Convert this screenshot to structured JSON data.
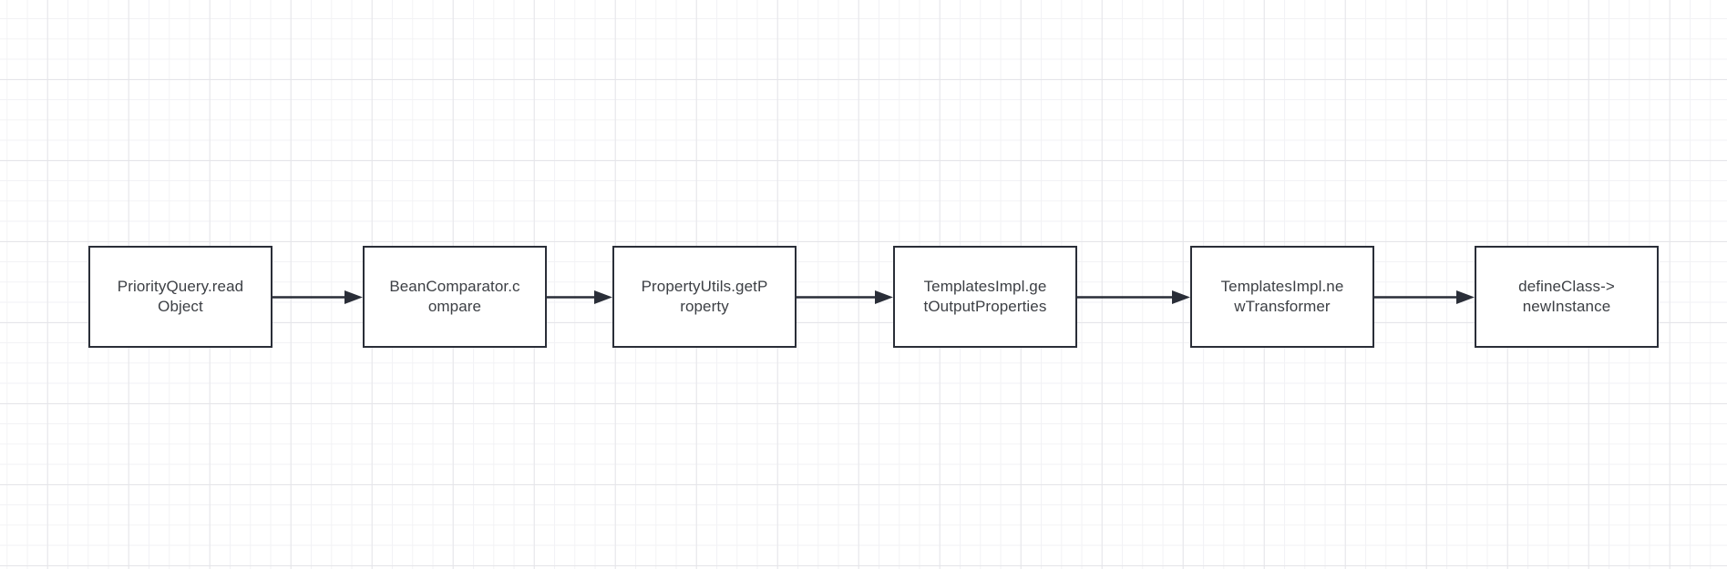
{
  "diagram": {
    "description_colors": {
      "background": "#ffffff",
      "grid_minor": "#f2f2f5",
      "grid_major": "#e5e5e9",
      "node_fill": "#ffffff",
      "node_border": "#2a2e38",
      "node_text": "#3d4045",
      "arrow": "#2a2e38"
    },
    "nodes": [
      {
        "label": "PriorityQuery.readObject",
        "lines": [
          "PriorityQuery.read",
          "Object"
        ]
      },
      {
        "label": "BeanComparator.compare",
        "lines": [
          "BeanComparator.c",
          "ompare"
        ]
      },
      {
        "label": "PropertyUtils.getProperty",
        "lines": [
          "PropertyUtils.getP",
          "roperty"
        ]
      },
      {
        "label": "TemplatesImpl.getOutputProperties",
        "lines": [
          "TemplatesImpl.ge",
          "tOutputProperties"
        ]
      },
      {
        "label": "TemplatesImpl.newTransformer",
        "lines": [
          "TemplatesImpl.ne",
          "wTransformer"
        ]
      },
      {
        "label": "defineClass->newInstance",
        "lines": [
          "defineClass->",
          "newInstance"
        ]
      }
    ],
    "connections": [
      {
        "from": "PriorityQuery.readObject",
        "to": "BeanComparator.compare"
      },
      {
        "from": "BeanComparator.compare",
        "to": "PropertyUtils.getProperty"
      },
      {
        "from": "PropertyUtils.getProperty",
        "to": "TemplatesImpl.getOutputProperties"
      },
      {
        "from": "TemplatesImpl.getOutputProperties",
        "to": "TemplatesImpl.newTransformer"
      },
      {
        "from": "TemplatesImpl.newTransformer",
        "to": "defineClass->newInstance"
      }
    ]
  }
}
